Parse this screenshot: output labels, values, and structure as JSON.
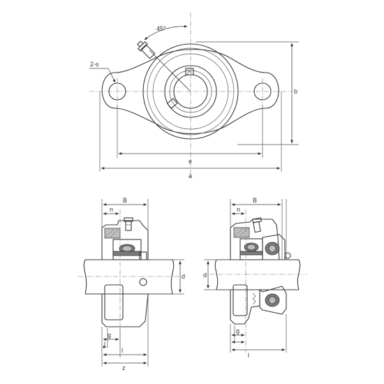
{
  "top_view": {
    "angle_label": "45°",
    "bolt_holes_label": "2-s",
    "dim_b": "b",
    "dim_e": "e",
    "dim_a": "a"
  },
  "section_left": {
    "dim_B": "B",
    "dim_n": "n",
    "dim_d": "d",
    "dim_g": "g",
    "dim_j": "j",
    "dim_l": "l",
    "dim_z": "z"
  },
  "section_right": {
    "dim_B": "B",
    "dim_n": "n",
    "dim_d": "d",
    "dim_g": "g",
    "dim_l": "l"
  }
}
